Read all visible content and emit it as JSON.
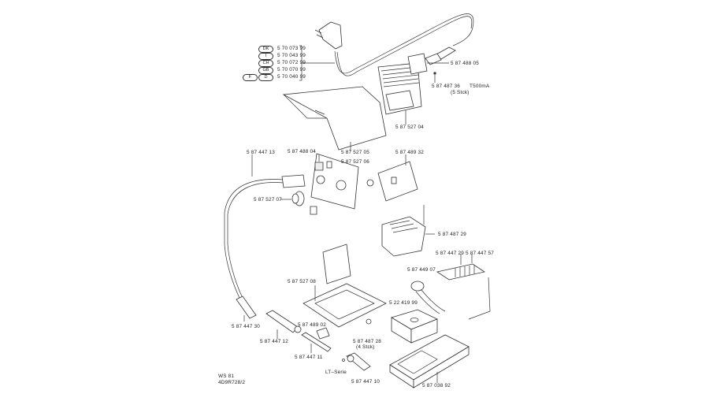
{
  "drawing": {
    "model": "WS 81",
    "drawing_number": "4D9R728/2"
  },
  "country_variants": [
    {
      "codes": [
        "DK"
      ],
      "part": "5 70 073 99"
    },
    {
      "codes": [
        "I"
      ],
      "part": "5 70 043 99"
    },
    {
      "codes": [
        "CH"
      ],
      "part": "5 70 072 99"
    },
    {
      "codes": [
        "GB"
      ],
      "part": "5 70 070 99"
    },
    {
      "codes": [
        "F",
        "D"
      ],
      "part": "5 70 040 99"
    }
  ],
  "parts": {
    "socket": "5 87 488 05",
    "fuse": "5 87 487 36",
    "fuse_spec": "T500mA",
    "fuse_qty": "(5  Stck)",
    "heatsink": "5 87 527 04",
    "cover": "5 87 527 05",
    "cable": "5 87 447 13",
    "switch": "5 87 488 04",
    "front_panel": "5 87 527 06",
    "pcb": "5 87 489 32",
    "socket_5pin": "5 87 527 07",
    "transformer": "5 87 487 29",
    "heating_element": "5 87 447 29",
    "holder_bracket": "5 87 447 57",
    "spiral": "5 87 449 07",
    "base": "5 87 527 08",
    "sponge": "5 22 419 99",
    "iron_grip": "5 87 447 30",
    "screw_nut": "5 87 489 02",
    "sleeve": "5 87 447 12",
    "feet": "5 87 487 28",
    "feet_qty": "(4  Stck)",
    "heater": "5 87 447 11",
    "tip_series": "LT–Serie",
    "tip": "5 87 447 10",
    "stand": "5 87 038 92"
  }
}
